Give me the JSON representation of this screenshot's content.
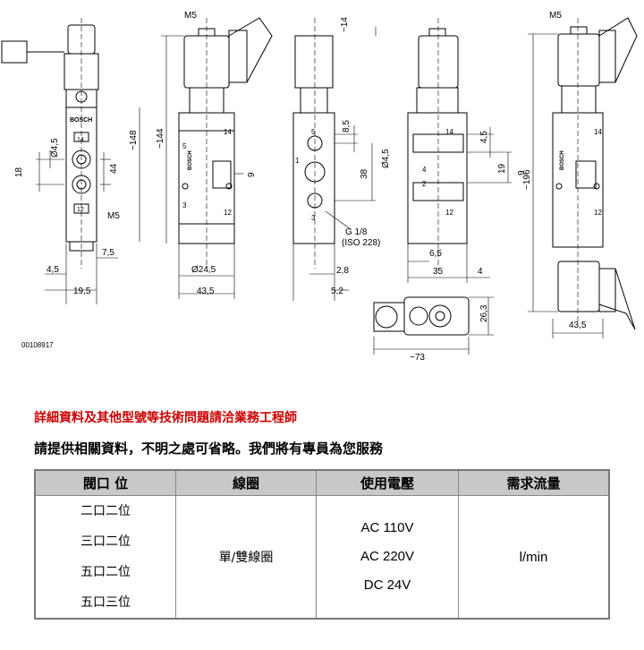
{
  "drawing": {
    "code": "00108917",
    "brand": "BOSCH",
    "labels": {
      "m5": "M5",
      "d45": "Ø4,5",
      "d18": "18",
      "d14": "14",
      "d44": "44",
      "d148": "~148",
      "d144": "~144",
      "d245": "Ø24,5",
      "d435": "43,5",
      "d75": "7,5",
      "d45b": "4,5",
      "d195": "19,5",
      "d85": "8,5",
      "d38": "38",
      "d28": "2,8",
      "d52": "5,2",
      "d9": "9",
      "g18": "G 1/8",
      "iso": "(ISO 228)",
      "d14top": "~14",
      "d65": "6,5",
      "d35": "35",
      "d4": "4",
      "d19": "19",
      "d263": "26,3",
      "d73": "~73",
      "d196": "~196",
      "d435b": "43,5",
      "p12": "12",
      "p14": "14",
      "p5": "5",
      "p1": "1",
      "p3": "3",
      "p4": "4",
      "p2": "2"
    }
  },
  "notice": "詳細資料及其他型號等技術問題請洽業務工程師",
  "request": "請提供相關資料，不明之處可省略。我們將有專員為您服務",
  "table": {
    "headers": [
      "閥口 位",
      "線圈",
      "使用電壓",
      "需求流量"
    ],
    "positions": [
      "二口二位",
      "三口二位",
      "五口二位",
      "五口三位"
    ],
    "coil": "單/雙線圈",
    "voltages": [
      "AC 110V",
      "AC 220V",
      "DC 24V"
    ],
    "flow": "l/min"
  },
  "colors": {
    "notice": "#cc0000",
    "header_bg": "#c8c8c8",
    "border": "#777777"
  }
}
